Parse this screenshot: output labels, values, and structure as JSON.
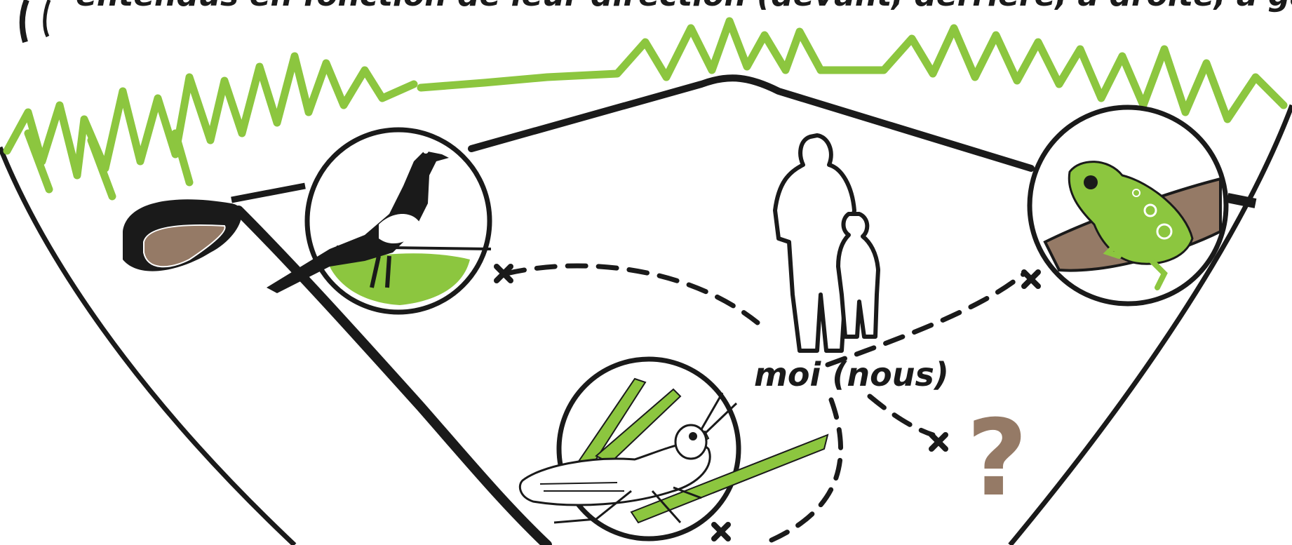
{
  "caption": "entendus en fonction de leur direction (devant, derrière, à droite, à gauche).",
  "center_label": "moi (nous)",
  "unknown_marker": "?",
  "animals": [
    {
      "name": "magpie",
      "icon": "magpie-icon"
    },
    {
      "name": "frog",
      "icon": "frog-icon"
    },
    {
      "name": "grasshopper",
      "icon": "grasshopper-icon"
    }
  ],
  "colors": {
    "grass": "#8cc63f",
    "branch": "#957a66",
    "line": "#1a1a1a",
    "question": "#957a66"
  }
}
